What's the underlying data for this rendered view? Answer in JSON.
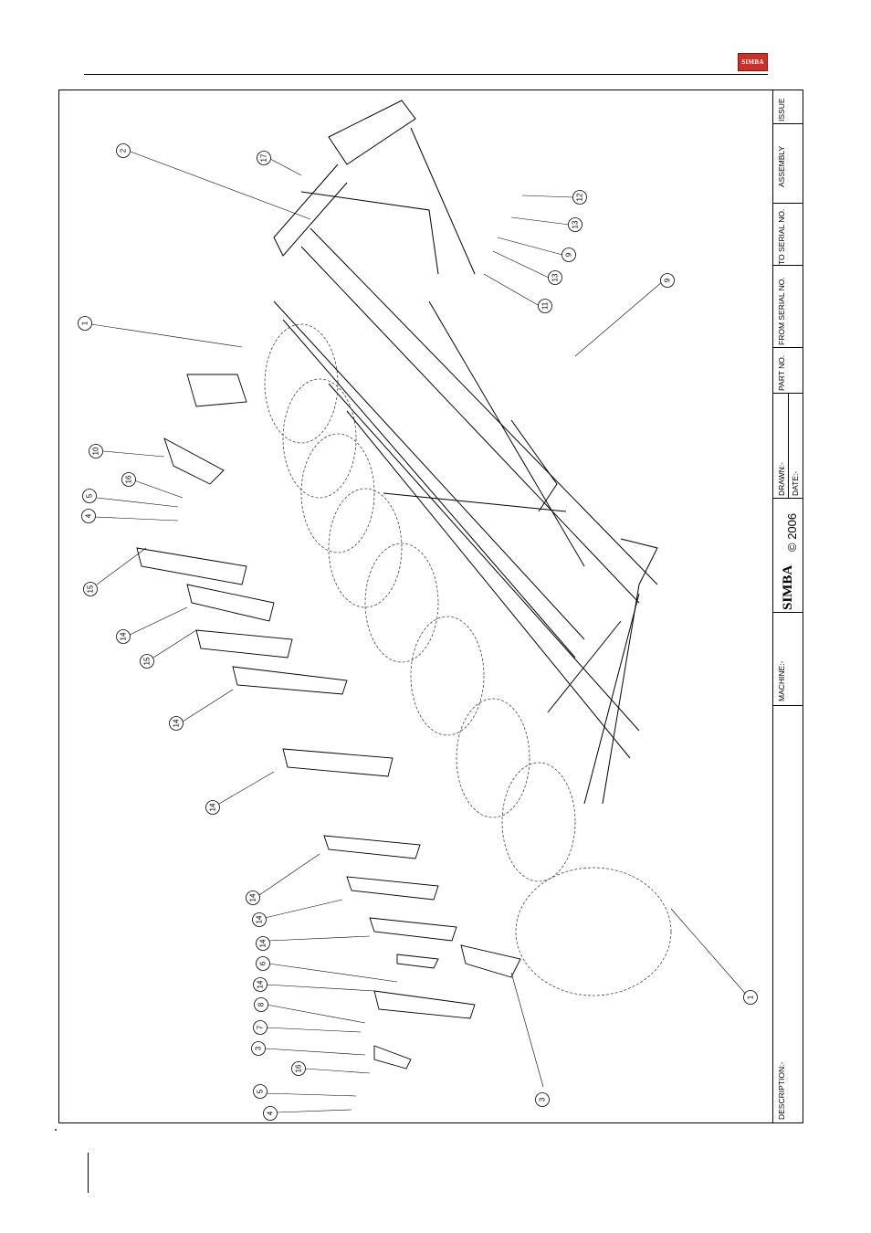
{
  "header": {
    "logo_text": "SIMBA"
  },
  "title_block": {
    "issue_label": "ISSUE",
    "assembly_label": "ASSEMBLY",
    "to_serial_label": "TO SERIAL NO.",
    "from_serial_label": "FROM SERIAL NO.",
    "part_no_label": "PART NO.",
    "drawn_label": "DRAWN:-",
    "date_label": "DATE:-",
    "copyright": "© 2006",
    "brand": "SIMBA",
    "machine_label": "MACHINE:-",
    "description_label": "DESCRIPTION:-"
  },
  "callouts": [
    "2",
    "17",
    "12",
    "13",
    "9",
    "13",
    "11",
    "9",
    "1",
    "10",
    "16",
    "5",
    "4",
    "15",
    "14",
    "15",
    "14",
    "14",
    "14",
    "14",
    "14",
    "6",
    "14",
    "8",
    "7",
    "3",
    "16",
    "5",
    "4",
    "3",
    "1"
  ],
  "colors": {
    "line": "#000000",
    "logo_red": "#c8322a"
  }
}
